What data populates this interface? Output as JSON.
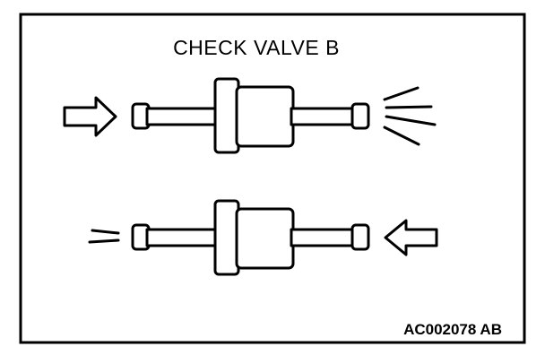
{
  "figure": {
    "title": "CHECK VALVE B",
    "code": "AC002078 AB"
  },
  "valves": [
    {
      "name": "top-valve",
      "arrow_direction": "right",
      "flow": "passes"
    },
    {
      "name": "bottom-valve",
      "arrow_direction": "left",
      "flow": "blocked"
    }
  ]
}
